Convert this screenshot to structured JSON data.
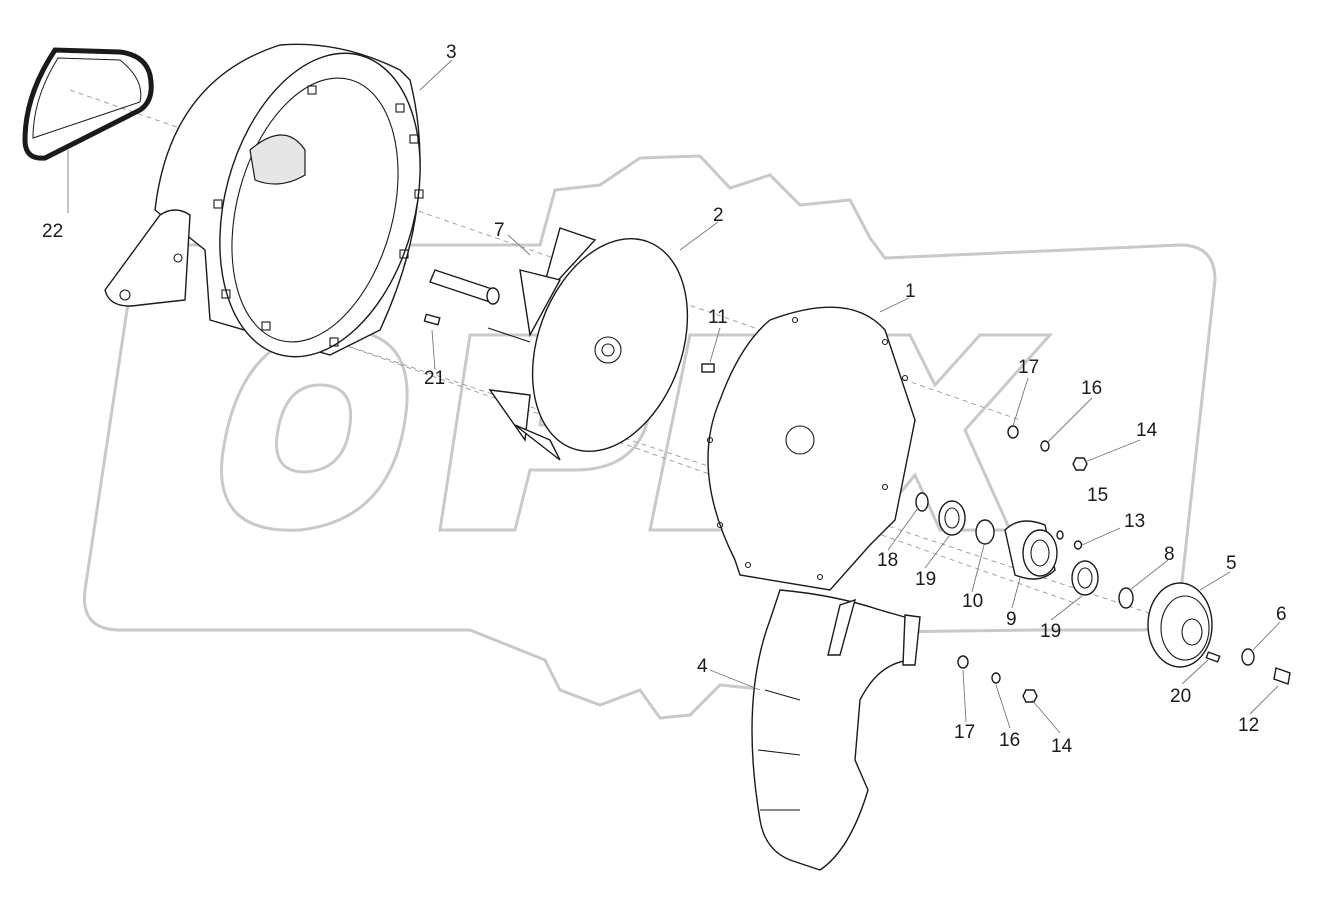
{
  "watermark": {
    "text": "OPEX"
  },
  "callouts": [
    {
      "id": "c22",
      "label": "22"
    },
    {
      "id": "c3",
      "label": "3"
    },
    {
      "id": "c7",
      "label": "7"
    },
    {
      "id": "c2",
      "label": "2"
    },
    {
      "id": "c1",
      "label": "1"
    },
    {
      "id": "c11",
      "label": "11"
    },
    {
      "id": "c21",
      "label": "21"
    },
    {
      "id": "c17a",
      "label": "17"
    },
    {
      "id": "c16a",
      "label": "16"
    },
    {
      "id": "c14a",
      "label": "14"
    },
    {
      "id": "c15",
      "label": "15"
    },
    {
      "id": "c13",
      "label": "13"
    },
    {
      "id": "c18",
      "label": "18"
    },
    {
      "id": "c19a",
      "label": "19"
    },
    {
      "id": "c10",
      "label": "10"
    },
    {
      "id": "c9",
      "label": "9"
    },
    {
      "id": "c19b",
      "label": "19"
    },
    {
      "id": "c8",
      "label": "8"
    },
    {
      "id": "c5",
      "label": "5"
    },
    {
      "id": "c6",
      "label": "6"
    },
    {
      "id": "c20",
      "label": "20"
    },
    {
      "id": "c12",
      "label": "12"
    },
    {
      "id": "c4",
      "label": "4"
    },
    {
      "id": "c17b",
      "label": "17"
    },
    {
      "id": "c16b",
      "label": "16"
    },
    {
      "id": "c14b",
      "label": "14"
    }
  ],
  "colors": {
    "line": "#1a1a1a",
    "watermark": "#c9c9c9",
    "background": "#ffffff"
  }
}
